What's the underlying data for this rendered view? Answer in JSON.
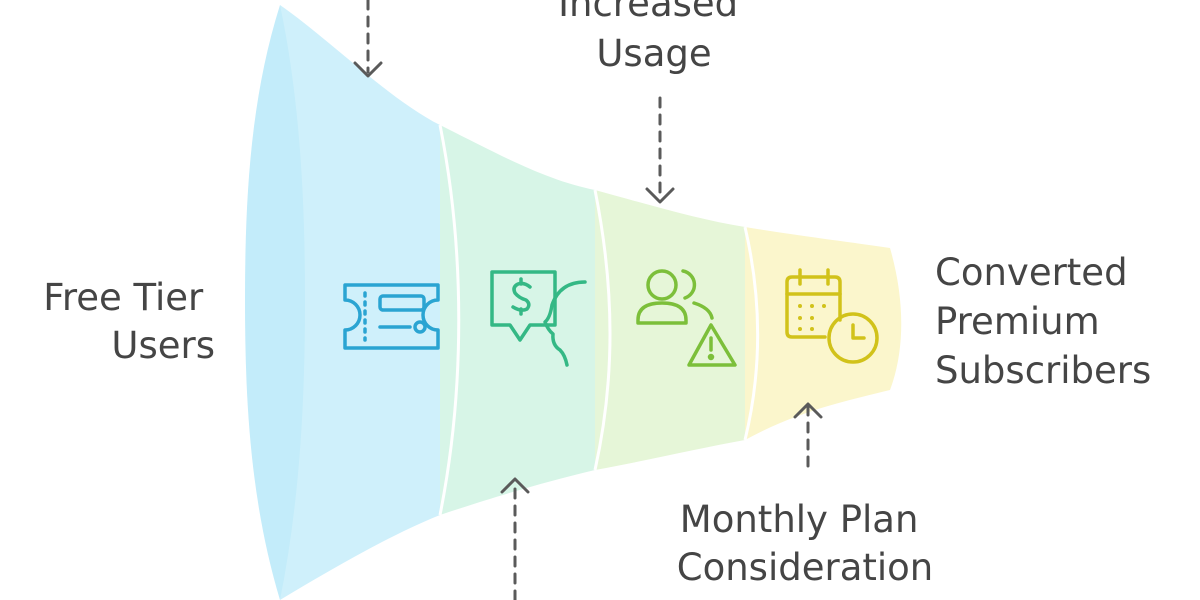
{
  "labels": {
    "left": [
      "Free Tier",
      "Users"
    ],
    "right": [
      "Converted",
      "Premium",
      "Subscribers"
    ],
    "top": [
      "Increased",
      "Usage"
    ],
    "bottom": [
      "Monthly Plan",
      "Consideration"
    ]
  },
  "stages": [
    {
      "icon": "ticket-icon",
      "fill": "#cff0fb",
      "stroke": "#2aa4d2"
    },
    {
      "icon": "money-chat-icon",
      "fill": "#d7f5e7",
      "stroke": "#34b885"
    },
    {
      "icon": "users-warning-icon",
      "fill": "#e6f6d8",
      "stroke": "#7cbf3a"
    },
    {
      "icon": "calendar-clock-icon",
      "fill": "#fbf6cc",
      "stroke": "#d1c21a"
    }
  ],
  "colors": {
    "text": "#454545",
    "arrow": "#5a5a5a",
    "rim": "#c3ecfa"
  }
}
